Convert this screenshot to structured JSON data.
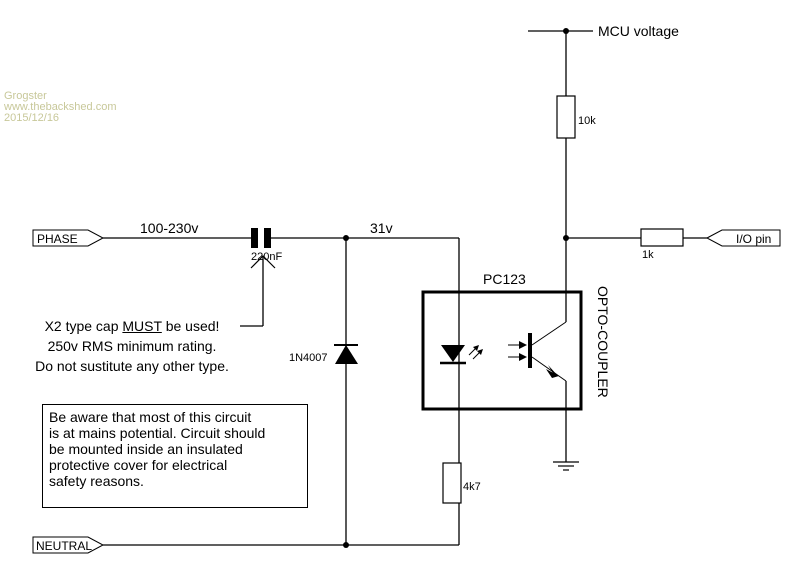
{
  "watermark": {
    "author": "Grogster",
    "website": "www.thebackshed.com",
    "date": "2015/12/16"
  },
  "ports": {
    "phase": "PHASE",
    "neutral": "NEUTRAL",
    "io_pin": "I/O pin"
  },
  "nets": {
    "mcu_voltage": "MCU voltage",
    "input_voltage": "100-230v",
    "clamp_voltage": "31v"
  },
  "components": {
    "capacitor": "220nF",
    "diode": "1N4007",
    "r_pullup": "10k",
    "r_series": "1k",
    "r_led": "4k7",
    "opto_part": "PC123",
    "opto_label": "OPTO-COUPLER"
  },
  "cap_note": {
    "line1_pre": "X2 type cap ",
    "line1_emph": "MUST",
    "line1_post": " be used!",
    "line2": "250v RMS minimum rating.",
    "line3": "Do not sustitute any other type."
  },
  "warning": {
    "lines": [
      "Be aware that most of this circuit",
      "is at mains potential.  Circuit should",
      "be mounted inside an insulated",
      "protective cover for electrical",
      "safety reasons."
    ]
  },
  "colors": {
    "watermark": "#c8c89a",
    "ink": "#000000"
  }
}
